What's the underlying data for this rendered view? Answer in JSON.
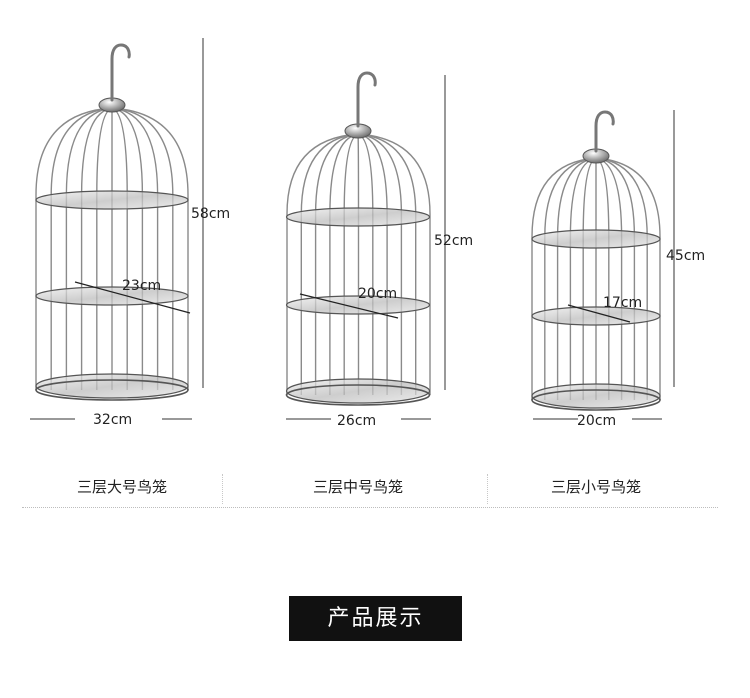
{
  "products": [
    {
      "name": "三层大号鸟笼",
      "width": "32cm",
      "height": "58cm",
      "tray": "23cm"
    },
    {
      "name": "三层中号鸟笼",
      "width": "26cm",
      "height": "52cm",
      "tray": "20cm"
    },
    {
      "name": "三层小号鸟笼",
      "width": "20cm",
      "height": "45cm",
      "tray": "17cm"
    }
  ],
  "section_title": "产品展示",
  "colors": {
    "metal": "#8a8a8a",
    "metal_dark": "#555555",
    "tray": "#cfcfcf",
    "title_bg": "#111111"
  }
}
